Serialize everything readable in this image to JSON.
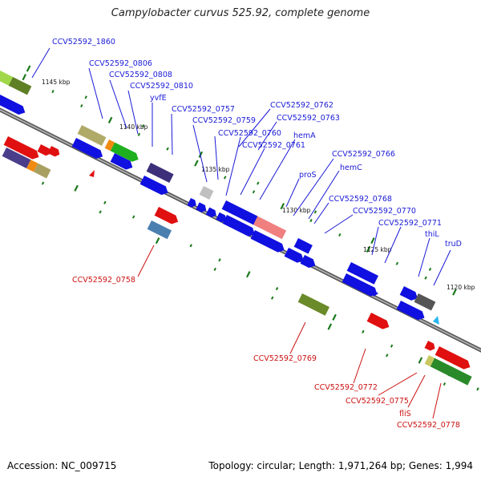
{
  "title": "Campylobacter curvus 525.92, complete genome",
  "footer": {
    "accession": "Accession: NC_009715",
    "summary": "Topology: circular; Length: 1,971,264 bp; Genes: 1,994"
  },
  "ticks": [
    "1145 kbp",
    "1140 kbp",
    "1135 kbp",
    "1130 kbp",
    "1125 kbp",
    "1120 kbp"
  ],
  "labels_top": [
    "CCV52592_1860",
    "CCV52592_0806",
    "CCV52592_0808",
    "CCV52592_0810",
    "yvfE",
    "CCV52592_0757",
    "CCV52592_0759",
    "CCV52592_0760",
    "CCV52592_0761",
    "CCV52592_0762",
    "CCV52592_0763",
    "hemA",
    "proS",
    "hemC",
    "CCV52592_0766",
    "CCV52592_0768",
    "CCV52592_0770",
    "CCV52592_0771",
    "thiL",
    "truD"
  ],
  "labels_bottom": [
    "CCV52592_0758",
    "CCV52592_0769",
    "CCV52592_0772",
    "CCV52592_0775",
    "fliS",
    "CCV52592_0778"
  ],
  "colors": {
    "forward": "#1010e0",
    "reverse": "#e01010",
    "backbone": "#7a7a7a",
    "tick": "#1a7a1a",
    "label_top": "#1a1ad6",
    "label_bottom": "#cc1111"
  }
}
